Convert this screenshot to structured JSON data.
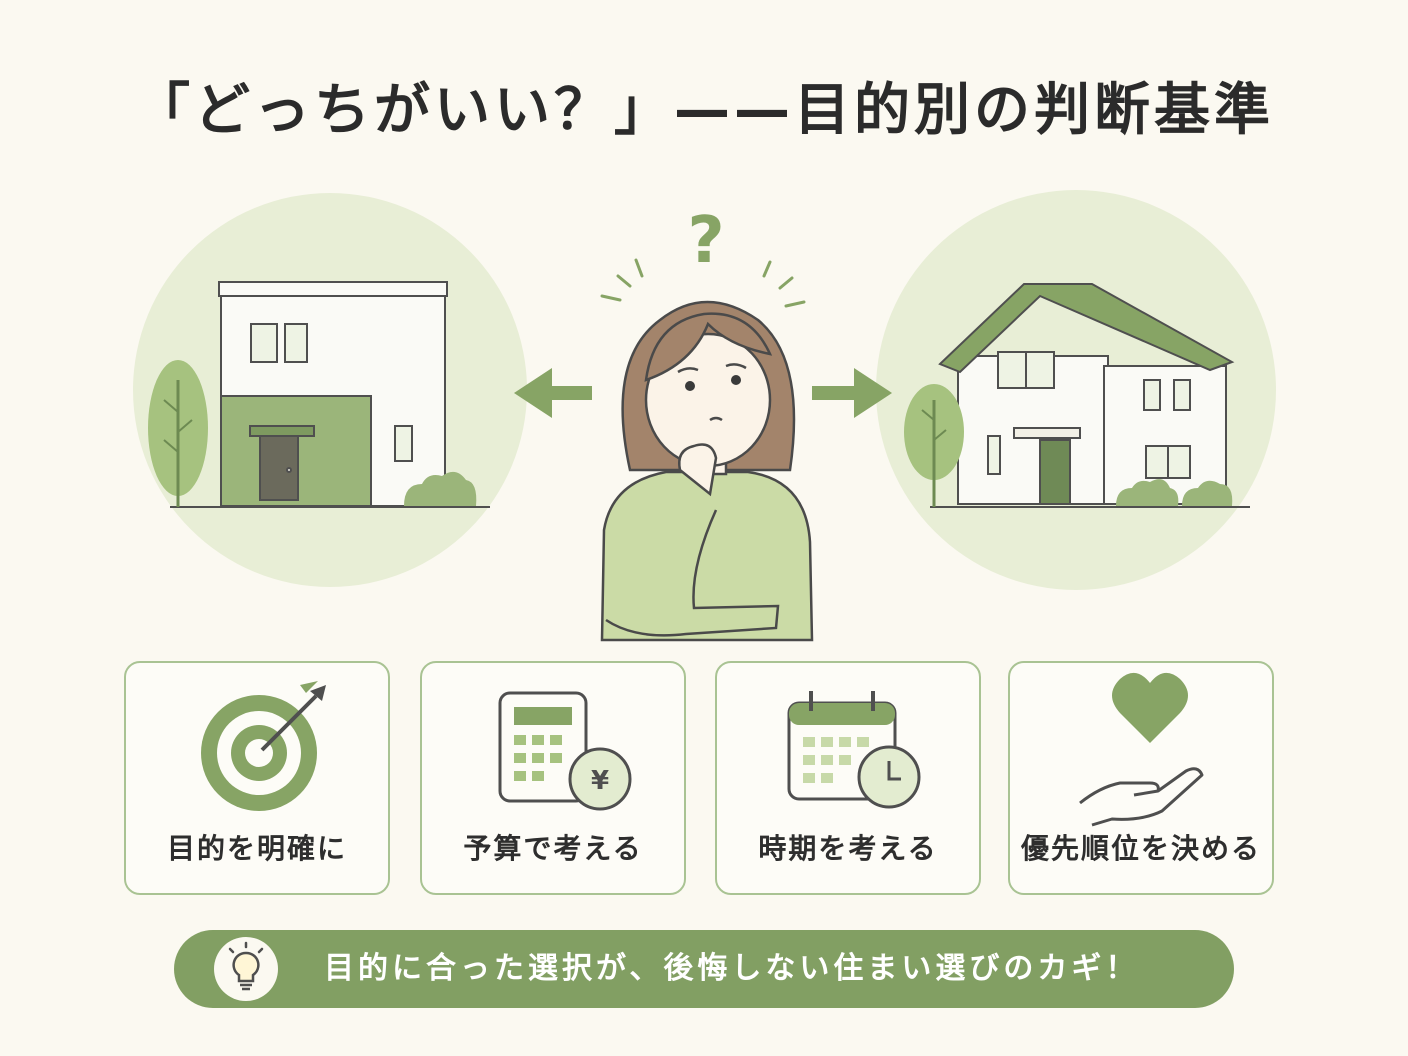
{
  "header": {
    "title": "「どっちがいい？」——目的別の判断基準"
  },
  "cards": [
    {
      "label": "目的を明確に",
      "icon": "target-icon"
    },
    {
      "label": "予算で考える",
      "icon": "calculator-yen-icon",
      "yen_symbol": "¥"
    },
    {
      "label": "時期を考える",
      "icon": "calendar-clock-icon"
    },
    {
      "label": "優先順位を決める",
      "icon": "heart-hand-icon"
    }
  ],
  "banner": {
    "text": "目的に合った選択が、後悔しない住まい選びのカギ！",
    "icon": "lightbulb-icon"
  },
  "illustration": {
    "question_mark": "?",
    "left_icon": "modern-house-icon",
    "right_icon": "traditional-house-icon",
    "center_icon": "thinking-woman-icon"
  },
  "colors": {
    "accent": "#829f63",
    "accent_light": "#c7d9a8",
    "circle_bg": "#e8eed6",
    "card_border": "#a9c393",
    "background": "#fbf9f1"
  }
}
